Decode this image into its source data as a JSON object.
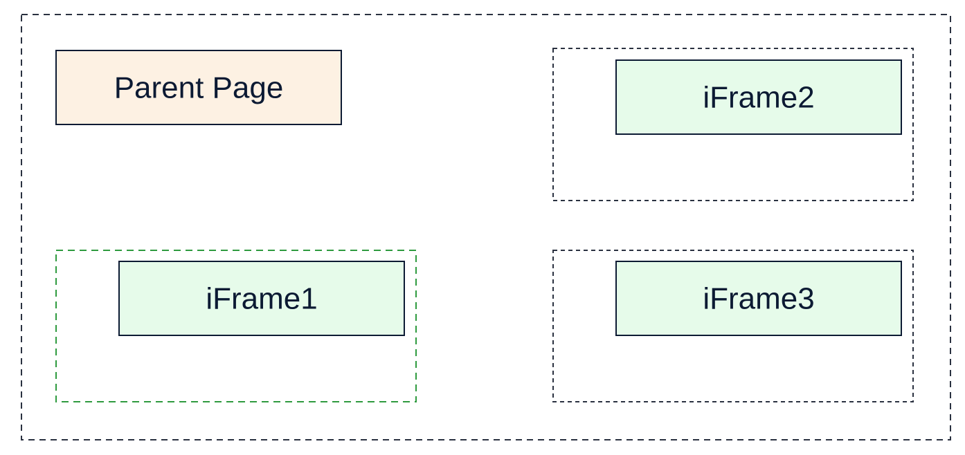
{
  "diagram": {
    "parent_page": {
      "label": "Parent Page",
      "fill": "#fdf1e3"
    },
    "iframes": [
      {
        "label": "iFrame1",
        "fill": "#e6fbea",
        "container_border": "#2e9a3e",
        "highlighted": true
      },
      {
        "label": "iFrame2",
        "fill": "#e6fbea",
        "container_border": "#2a3140",
        "highlighted": false
      },
      {
        "label": "iFrame3",
        "fill": "#e6fbea",
        "container_border": "#2a3140",
        "highlighted": false
      }
    ],
    "colors": {
      "outer_border": "#2a3140",
      "box_stroke": "#0c1a33",
      "text": "#0c1a33"
    }
  }
}
